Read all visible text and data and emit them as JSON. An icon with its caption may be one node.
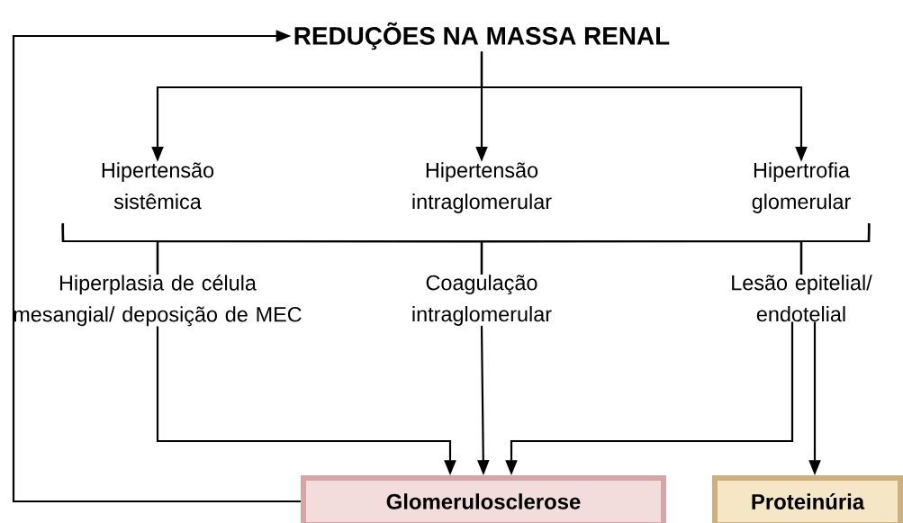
{
  "diagram": {
    "nodes": [
      {
        "text": [
          "REDUÇÕES NA MASSA RENAL"
        ]
      },
      {
        "text": [
          "Hipertensão sistêmica"
        ]
      },
      {
        "text": [
          "Hipertensão intraglomerular"
        ]
      },
      {
        "text": [
          "Hipertrofia glomerular"
        ]
      },
      {
        "text": [
          "Hiperplasia de célula mesangial/ deposição de MEC"
        ]
      },
      {
        "text": [
          "Coagulação intraglomerular"
        ]
      },
      {
        "text": [
          "Lesão epitelial/ endotelial"
        ]
      },
      {
        "text": [
          "Glomerulosclerose"
        ]
      },
      {
        "text": [
          "Proteinúria"
        ]
      }
    ],
    "edges": [
      {
        "from": 0,
        "to": 1,
        "arrow": "to"
      },
      {
        "from": 0,
        "to": 2,
        "arrow": "to"
      },
      {
        "from": 0,
        "to": 3,
        "arrow": "to"
      },
      {
        "from": 1,
        "to": 4,
        "arrow": "none"
      },
      {
        "from": 1,
        "to": 5,
        "arrow": "none"
      },
      {
        "from": 1,
        "to": 6,
        "arrow": "none"
      },
      {
        "from": 2,
        "to": 4,
        "arrow": "none"
      },
      {
        "from": 2,
        "to": 5,
        "arrow": "none"
      },
      {
        "from": 2,
        "to": 6,
        "arrow": "none"
      },
      {
        "from": 3,
        "to": 4,
        "arrow": "none"
      },
      {
        "from": 3,
        "to": 5,
        "arrow": "none"
      },
      {
        "from": 3,
        "to": 6,
        "arrow": "none"
      },
      {
        "from": 4,
        "to": 7,
        "arrow": "to"
      },
      {
        "from": 5,
        "to": 7,
        "arrow": "to"
      },
      {
        "from": 6,
        "to": 7,
        "arrow": "to"
      },
      {
        "from": 6,
        "to": 8,
        "arrow": "to"
      },
      {
        "from": 7,
        "to": 0,
        "arrow": "to"
      }
    ]
  }
}
